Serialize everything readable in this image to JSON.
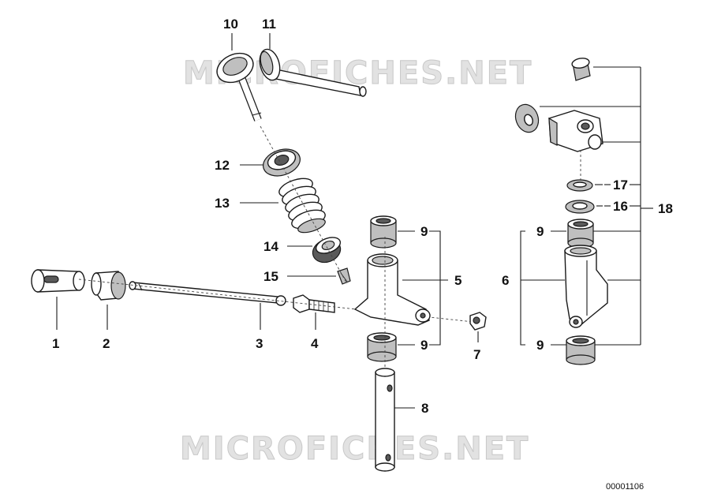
{
  "diagram": {
    "watermark": "MICROFICHES.NET",
    "document_number": "00001106",
    "callouts": {
      "1": "1",
      "2": "2",
      "3": "3",
      "4": "4",
      "5": "5",
      "6": "6",
      "7": "7",
      "8": "8",
      "9": "9",
      "10": "10",
      "11": "11",
      "12": "12",
      "13": "13",
      "14": "14",
      "15": "15",
      "16": "16",
      "17": "17",
      "18": "18"
    }
  }
}
